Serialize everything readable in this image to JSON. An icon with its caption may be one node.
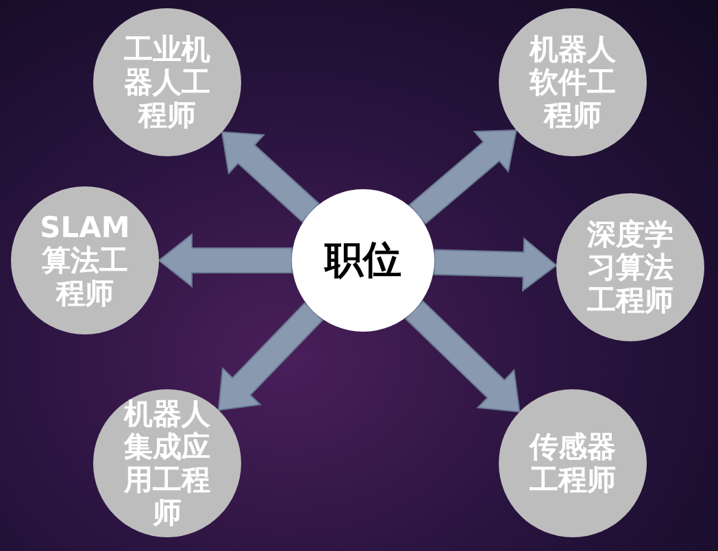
{
  "diagram": {
    "nodes": [
      {
        "text": [
          "职位"
        ]
      },
      {
        "text": [
          "工业机器人工程师"
        ]
      },
      {
        "text": [
          "机器人软件工程师"
        ]
      },
      {
        "text": [
          "SLAM算法工程师"
        ]
      },
      {
        "text": [
          "深度学习算法工程师"
        ]
      },
      {
        "text": [
          "机器人集成应用工程师"
        ]
      },
      {
        "text": [
          "传感器工程师"
        ]
      }
    ],
    "edges": [
      {
        "from": 0,
        "to": 1,
        "arrow": "to"
      },
      {
        "from": 0,
        "to": 2,
        "arrow": "to"
      },
      {
        "from": 0,
        "to": 3,
        "arrow": "to"
      },
      {
        "from": 0,
        "to": 4,
        "arrow": "to"
      },
      {
        "from": 0,
        "to": 5,
        "arrow": "to"
      },
      {
        "from": 0,
        "to": 6,
        "arrow": "to"
      }
    ]
  }
}
